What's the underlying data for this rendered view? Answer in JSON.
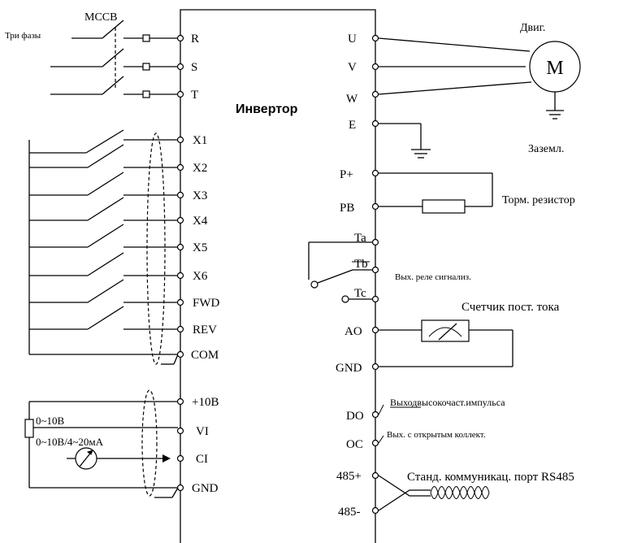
{
  "inverter_label": "Инвертор",
  "mccb_label": "MCCB",
  "three_phase_label": "Три фазы",
  "motor": {
    "label": "Двиг.",
    "symbol": "M",
    "ground_label": "Заземл."
  },
  "brake_resistor_label": "Торм. резистор",
  "relay_label": "Вых. реле сигнализ.",
  "meter_label": "Счетчик пост. тока",
  "do_label": "Выходвысокочаст.импульса",
  "oc_label": "Вых. с открытым коллект.",
  "rs485_label": "Станд. коммуникац. порт RS485",
  "analog_labels": {
    "v_range": "0~10В",
    "ci_range": "0~10В/4~20мА"
  },
  "left_terminals": {
    "power": [
      "R",
      "S",
      "T"
    ],
    "digital": [
      "X1",
      "X2",
      "X3",
      "X4",
      "X5",
      "X6",
      "FWD",
      "REV",
      "COM"
    ],
    "analog": [
      "+10В",
      "VI",
      "CI",
      "GND"
    ]
  },
  "right_terminals": {
    "motor": [
      "U",
      "V",
      "W",
      "E"
    ],
    "brake": [
      "P+",
      "PB"
    ],
    "relay": [
      "Ta",
      "Tb",
      "Tc"
    ],
    "analog_out": [
      "AO",
      "GND"
    ],
    "outputs": [
      "DO",
      "OC"
    ],
    "comm": [
      "485+",
      "485-"
    ]
  }
}
